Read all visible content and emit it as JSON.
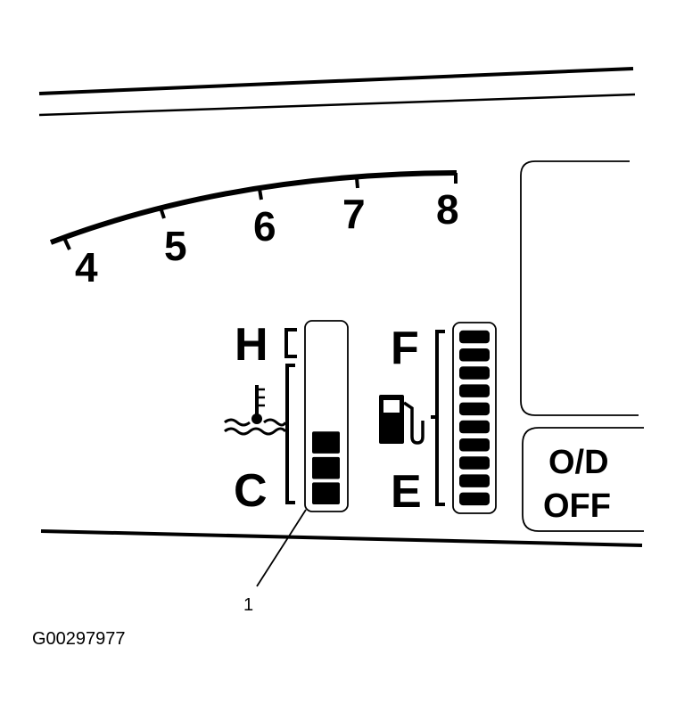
{
  "tachometer": {
    "scale_labels": [
      "4",
      "5",
      "6",
      "7",
      "8"
    ]
  },
  "temperature_gauge": {
    "hot_label": "H",
    "cold_label": "C",
    "segments_total": 7,
    "segments_lit": 3,
    "icon": "coolant-temperature-icon"
  },
  "fuel_gauge": {
    "full_label": "F",
    "empty_label": "E",
    "segments_total": 10,
    "segments_lit": 10,
    "icon": "fuel-pump-icon"
  },
  "od_button": {
    "line1": "O/D",
    "line2": "OFF"
  },
  "callout": {
    "number": "1"
  },
  "figure_id": "G00297977"
}
